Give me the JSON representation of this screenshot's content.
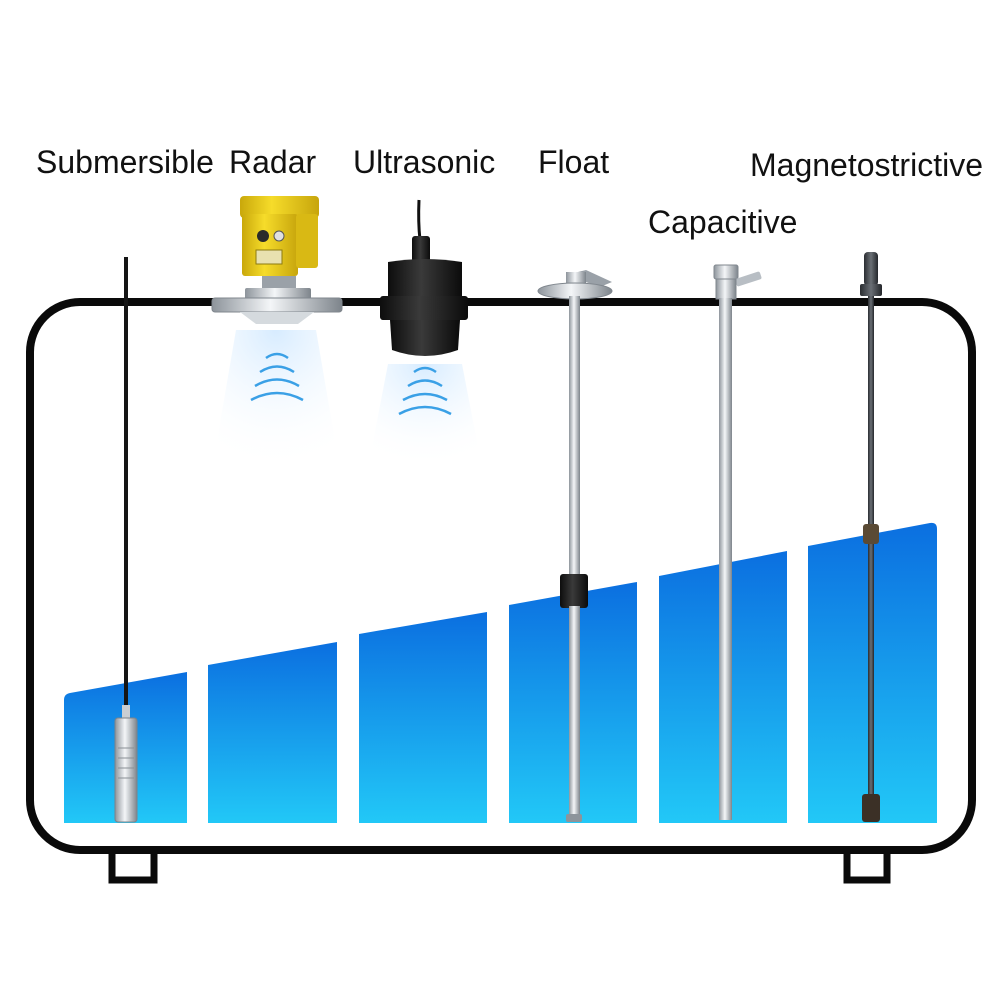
{
  "sensors": [
    {
      "key": "submersible",
      "label": "Submersible"
    },
    {
      "key": "radar",
      "label": "Radar"
    },
    {
      "key": "ultrasonic",
      "label": "Ultrasonic"
    },
    {
      "key": "float",
      "label": "Float"
    },
    {
      "key": "capacitive",
      "label": "Capacitive"
    },
    {
      "key": "magnetostrictive",
      "label": "Magnetostrictive"
    }
  ],
  "colors": {
    "tank_outline": "#0a0a0a",
    "liquid_top": "#0b6fe0",
    "liquid_bottom": "#22c4f5",
    "steel_light": "#e9ecef",
    "steel_dark": "#8d949b",
    "radar_yellow": "#f2d21b",
    "wave_blue": "#3aa0e6"
  }
}
